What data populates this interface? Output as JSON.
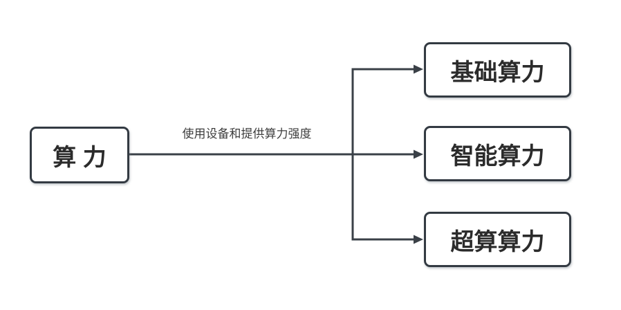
{
  "diagram": {
    "root": {
      "label": "算 力"
    },
    "edge_label": "使用设备和提供算力强度",
    "children": [
      {
        "label": "基础算力"
      },
      {
        "label": "智能算力"
      },
      {
        "label": "超算算力"
      }
    ],
    "colors": {
      "line": "#3a4047",
      "node_border": "#333a42",
      "node_text": "#2b2b2b",
      "edge_label_text": "#3d3d3d",
      "background": "#ffffff"
    }
  }
}
